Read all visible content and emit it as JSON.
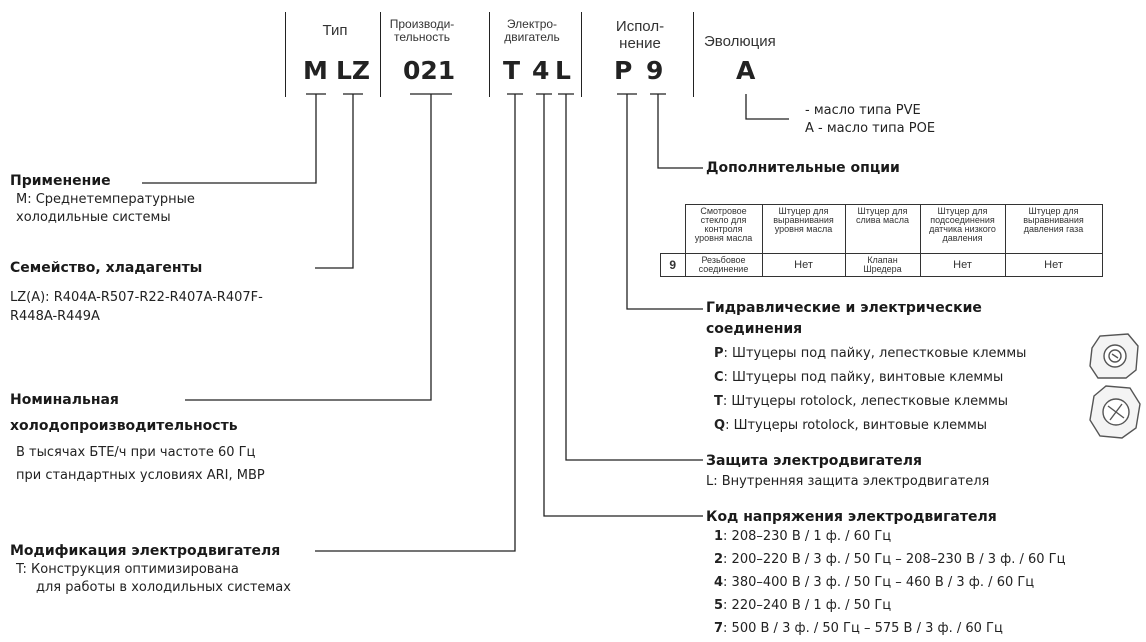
{
  "header": {
    "col_type": "Тип",
    "col_capacity": [
      "Производи-",
      "тельность"
    ],
    "col_motor": [
      "Электро-",
      "двигатель"
    ],
    "col_version": [
      "Испол-",
      "нение"
    ],
    "col_evolution": "Эволюция"
  },
  "code": {
    "m": "M",
    "lz": "LZ",
    "capacity": "021",
    "t": "T",
    "four": "4",
    "l": "L",
    "p": "P",
    "nine": "9",
    "a": "A"
  },
  "oil": {
    "line1": "- масло типа PVE",
    "line2": "A - масло типа POE"
  },
  "application": {
    "title": "Применение",
    "line1": "M: Среднетемпературные",
    "line2": "холодильные системы"
  },
  "family": {
    "title": "Семейство, хладагенты",
    "line1": "LZ(A): R404A-R507-R22-R407A-R407F-",
    "line2": "R448A-R449A"
  },
  "capacity_section": {
    "title1": "Номинальная",
    "title2": "холодопроизводительность",
    "line1": "В тысячах БТЕ/ч при частоте 60 Гц",
    "line2": "при стандартных условиях ARI, MBP"
  },
  "motor_mod": {
    "title": "Модификация электродвигателя",
    "line1": "T: Конструкция оптимизирована",
    "line2": "для работы в холодильных системах"
  },
  "options": {
    "title": "Дополнительные опции",
    "headers": [
      [
        "Смотровое",
        "стекло для",
        "контроля",
        "уровня масла"
      ],
      [
        "Штуцер для",
        "выравнивания",
        "уровня масла"
      ],
      [
        "Штуцер для",
        "слива масла"
      ],
      [
        "Штуцер для",
        "подсоединения",
        "датчика низкого",
        "давления"
      ],
      [
        "Штуцер для",
        "выравнивания",
        "давления газа"
      ]
    ],
    "row_code": "9",
    "row_values": [
      [
        "Резьбовое",
        "соединение"
      ],
      [
        "Нет"
      ],
      [
        "Клапан",
        "Шредера"
      ],
      [
        "Нет"
      ],
      [
        "Нет"
      ]
    ]
  },
  "connections": {
    "title1": "Гидравлические и электрические",
    "title2": "соединения",
    "items": [
      {
        "code": "P",
        "text": ": Штуцеры под пайку, лепестковые клеммы"
      },
      {
        "code": "C",
        "text": ": Штуцеры под пайку, винтовые клеммы"
      },
      {
        "code": "T",
        "text": ": Штуцеры rotolock, лепестковые клеммы"
      },
      {
        "code": "Q",
        "text": ": Штуцеры rotolock, винтовые клеммы"
      }
    ]
  },
  "protection": {
    "title": "Защита электродвигателя",
    "line1": "L: Внутренняя защита электродвигателя"
  },
  "voltage": {
    "title": "Код напряжения электродвигателя",
    "items": [
      {
        "code": "1",
        "text": ": 208–230 В / 1 ф. / 60 Гц"
      },
      {
        "code": "2",
        "text": ": 200–220 В / 3 ф. / 50 Гц – 208–230 В / 3 ф. / 60 Гц"
      },
      {
        "code": "4",
        "text": ": 380–400 В / 3 ф. / 50 Гц – 460 В / 3 ф. / 60 Гц"
      },
      {
        "code": "5",
        "text": ": 220–240 В / 1 ф. / 50 Гц"
      },
      {
        "code": "7",
        "text": ": 500 В / 3 ф. / 50 Гц – 575 В / 3 ф. / 60 Гц"
      }
    ]
  }
}
